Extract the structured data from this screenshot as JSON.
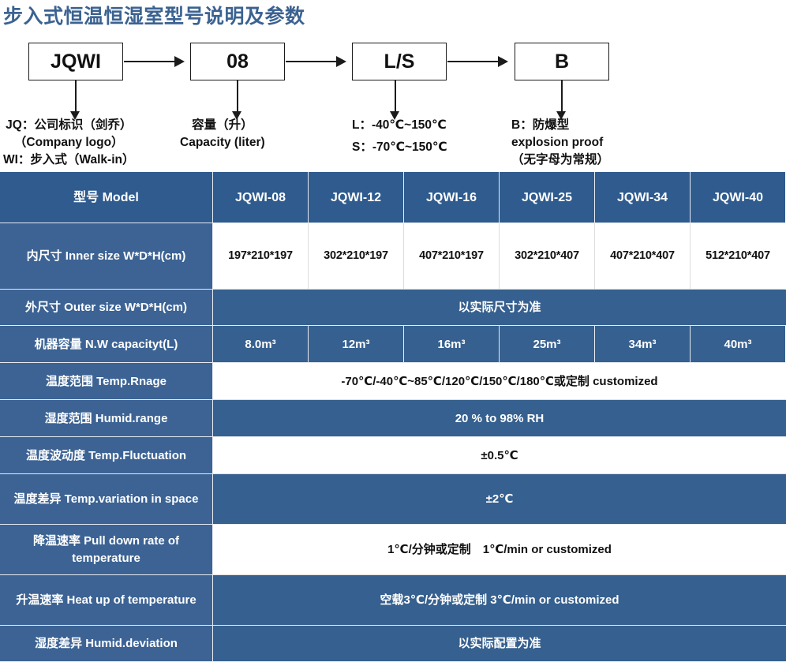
{
  "title": "步入式恒温恒湿室型号说明及参数",
  "diagram": {
    "nodes": [
      {
        "label": "JQWI"
      },
      {
        "label": "08"
      },
      {
        "label": "L/S"
      },
      {
        "label": "B"
      }
    ],
    "legends": [
      {
        "lines": [
          "JQ：公司标识（剑乔）",
          "（Company logo）",
          "WI：步入式（Walk-in）"
        ]
      },
      {
        "lines": [
          "容量（升）",
          "Capacity (liter)"
        ]
      },
      {
        "lines": [
          "L：-40℃~150℃",
          "S：-70℃~150℃"
        ]
      },
      {
        "lines": [
          "B：防爆型",
          "explosion proof",
          "（无字母为常规）"
        ]
      }
    ]
  },
  "table": {
    "header": {
      "label": "型号 Model",
      "models": [
        "JQWI-08",
        "JQWI-12",
        "JQWI-16",
        "JQWI-25",
        "JQWI-34",
        "JQWI-40"
      ]
    },
    "rows": [
      {
        "label": "内尺寸 Inner size W*D*H(cm)",
        "style": "white",
        "values": [
          "197*210*197",
          "302*210*197",
          "407*210*197",
          "302*210*407",
          "407*210*407",
          "512*210*407"
        ]
      },
      {
        "label": "外尺寸 Outer size W*D*H(cm)",
        "style": "blue",
        "merged": "以实际尺寸为准"
      },
      {
        "label": "机器容量 N.W capacityt(L)",
        "style": "blue",
        "values": [
          "8.0m³",
          "12m³",
          "16m³",
          "25m³",
          "34m³",
          "40m³"
        ]
      },
      {
        "label": "温度范围 Temp.Rnage",
        "style": "white",
        "merged": "-70℃/-40℃~85℃/120℃/150℃/180℃或定制 customized"
      },
      {
        "label": "湿度范围 Humid.range",
        "style": "blue",
        "merged": "20 % to 98% RH"
      },
      {
        "label": "温度波动度 Temp.Fluctuation",
        "style": "white",
        "merged": "±0.5℃"
      },
      {
        "label": "温度差异 Temp.variation in space",
        "style": "blue",
        "merged": "±2℃"
      },
      {
        "label": "降温速率 Pull down rate of temperature",
        "style": "white",
        "merged": "1℃/分钟或定制　1℃/min or customized"
      },
      {
        "label": "升温速率 Heat up of temperature",
        "style": "blue",
        "merged": "空载3℃/分钟或定制 3℃/min or customized"
      },
      {
        "label": "湿度差异 Humid.deviation",
        "style": "blue",
        "merged": "以实际配置为准"
      }
    ]
  },
  "colors": {
    "title_blue": "#3B6291",
    "header_blue": "#2F5B8E",
    "label_blue": "#3C6394",
    "cell_blue": "#36608F",
    "cell_white": "#FFFFFF",
    "grid": "#E8ECF1"
  }
}
